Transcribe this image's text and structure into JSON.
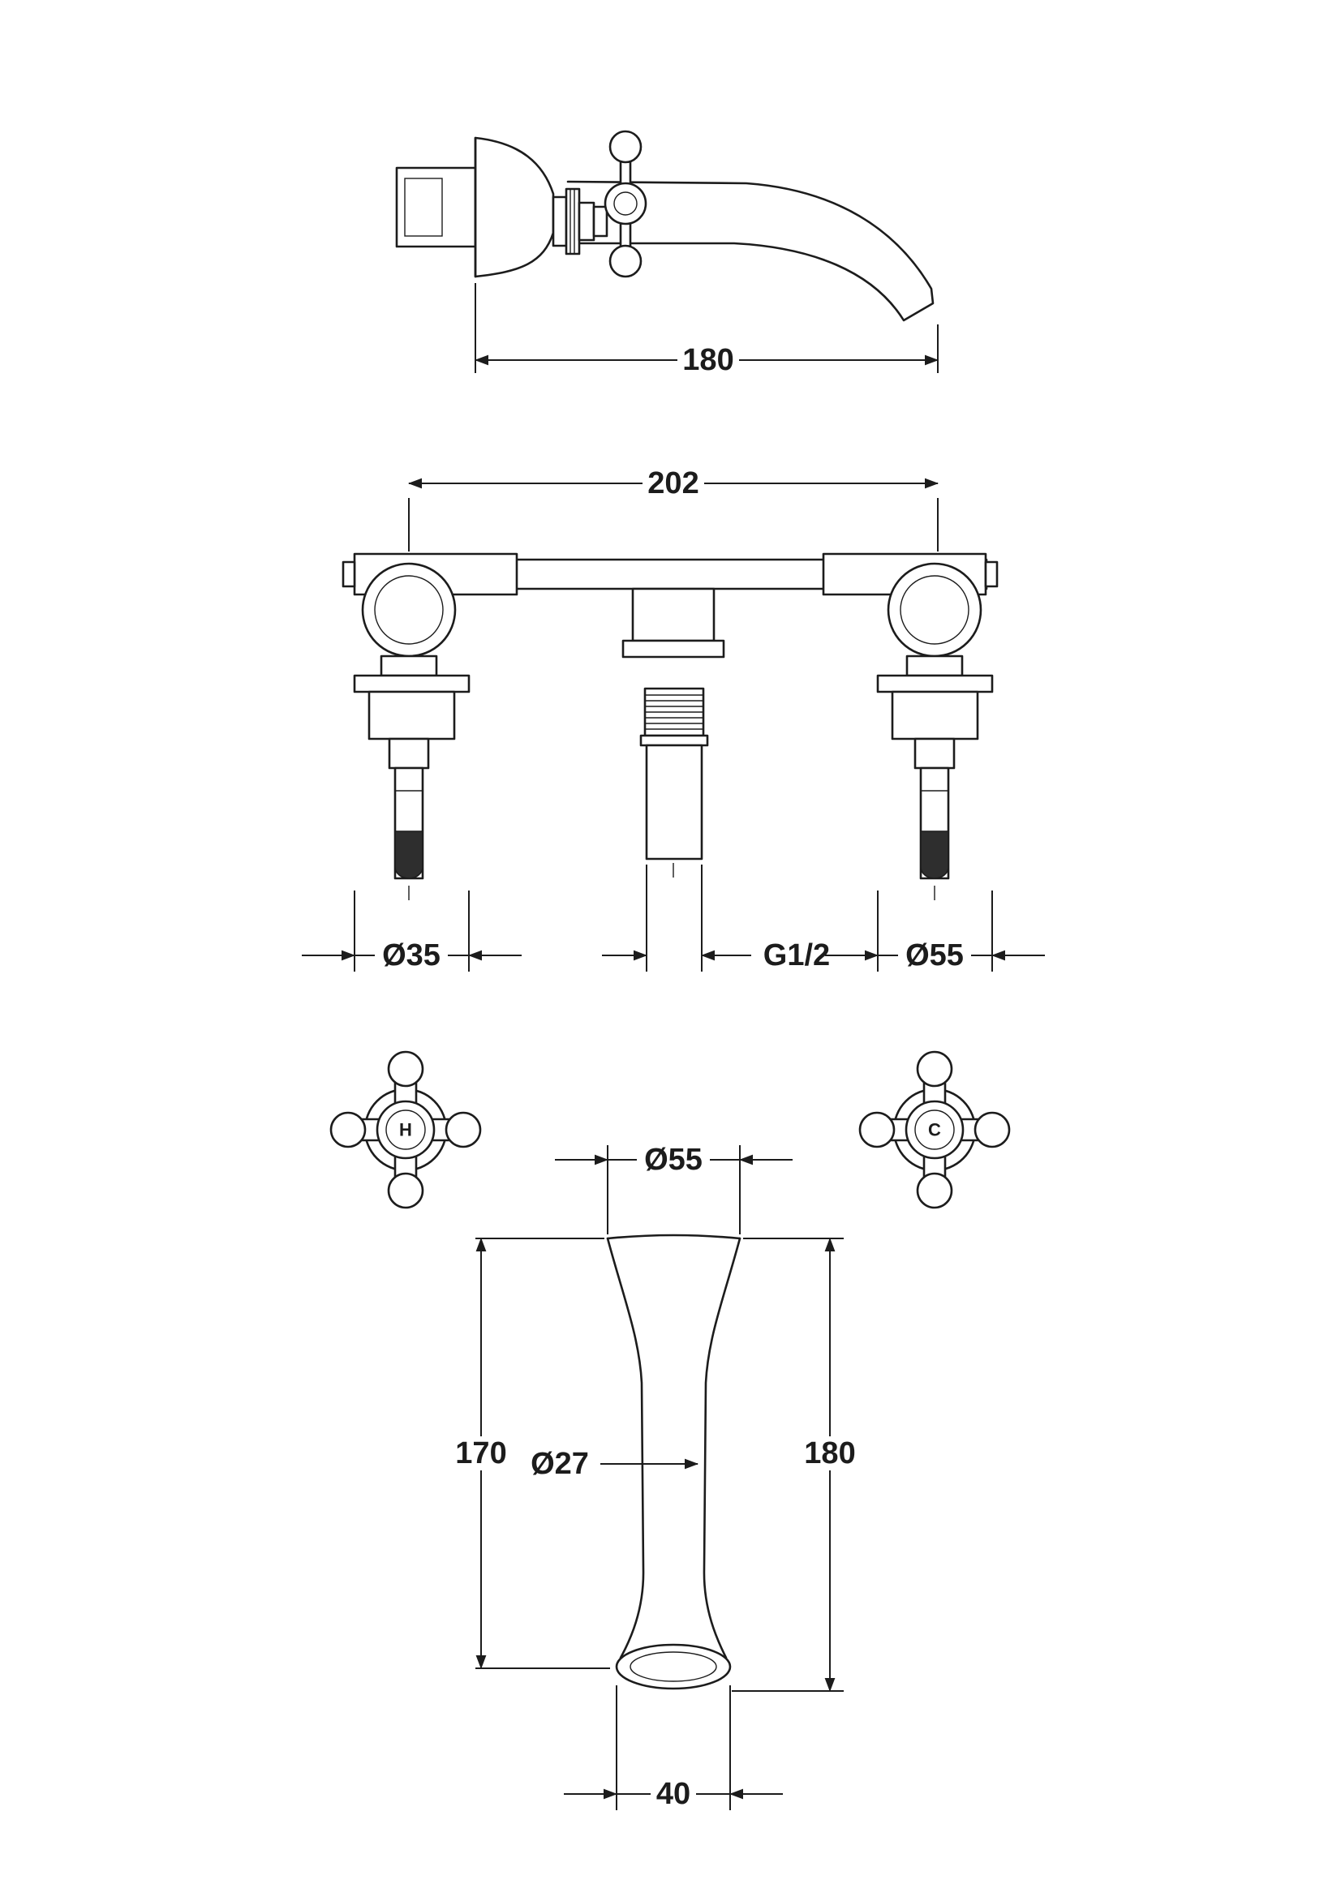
{
  "colors": {
    "line": "#1c1c1c",
    "bg": "#ffffff"
  },
  "side_view": {
    "spout_reach": "180"
  },
  "installation_view": {
    "hole_centers": "202",
    "valve_dia": "Ø35",
    "thread": "G1/2",
    "flange_dia": "Ø55"
  },
  "front_view": {
    "spout_top_dia": "Ø55",
    "height_left": "170",
    "spout_dia": "Ø27",
    "height_right": "180",
    "outlet_width": "40",
    "hot": "H",
    "cold": "C"
  }
}
